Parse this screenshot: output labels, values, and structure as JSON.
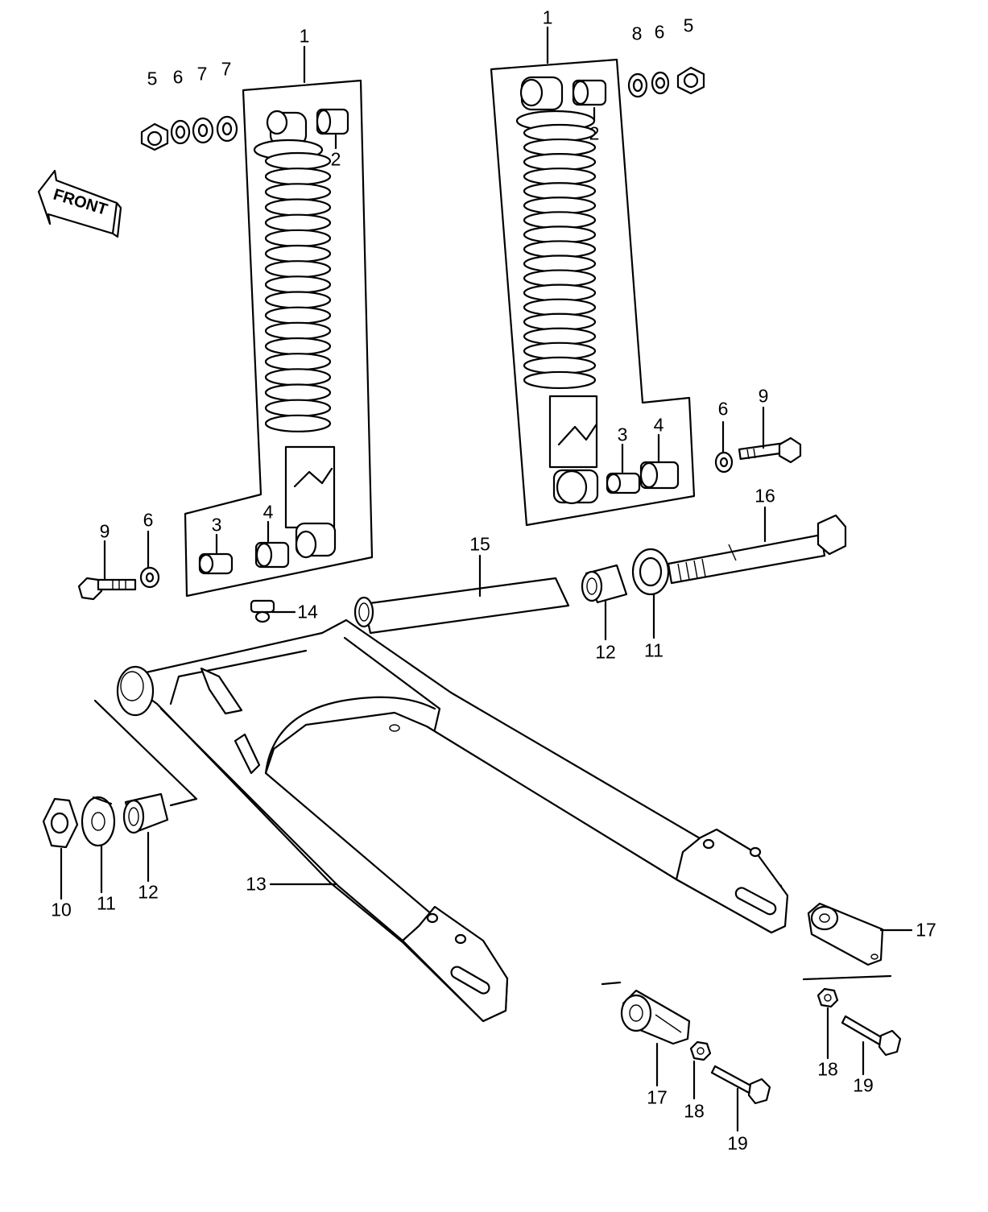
{
  "front_arrow": {
    "text": "FRONT"
  },
  "callouts": [
    {
      "id": "c1l",
      "text": "1"
    },
    {
      "id": "c2l",
      "text": "2"
    },
    {
      "id": "c3l",
      "text": "3"
    },
    {
      "id": "c4l",
      "text": "4"
    },
    {
      "id": "c5l",
      "text": "5"
    },
    {
      "id": "c6l",
      "text": "6"
    },
    {
      "id": "c7a",
      "text": "7"
    },
    {
      "id": "c7b",
      "text": "7"
    },
    {
      "id": "c9l",
      "text": "9"
    },
    {
      "id": "c6b",
      "text": "6"
    },
    {
      "id": "c1r",
      "text": "1"
    },
    {
      "id": "c2r",
      "text": "2"
    },
    {
      "id": "c8r",
      "text": "8"
    },
    {
      "id": "c6r",
      "text": "6"
    },
    {
      "id": "c5r",
      "text": "5"
    },
    {
      "id": "c3r",
      "text": "3"
    },
    {
      "id": "c4r",
      "text": "4"
    },
    {
      "id": "c6r2",
      "text": "6"
    },
    {
      "id": "c9r",
      "text": "9"
    },
    {
      "id": "c16",
      "text": "16"
    },
    {
      "id": "c15",
      "text": "15"
    },
    {
      "id": "c14",
      "text": "14"
    },
    {
      "id": "c12r",
      "text": "12"
    },
    {
      "id": "c11r",
      "text": "11"
    },
    {
      "id": "c10",
      "text": "10"
    },
    {
      "id": "c11l",
      "text": "11"
    },
    {
      "id": "c12l",
      "text": "12"
    },
    {
      "id": "c13",
      "text": "13"
    },
    {
      "id": "c17r",
      "text": "17"
    },
    {
      "id": "c17b",
      "text": "17"
    },
    {
      "id": "c18b",
      "text": "18"
    },
    {
      "id": "c19b",
      "text": "19"
    },
    {
      "id": "c18r",
      "text": "18"
    },
    {
      "id": "c19r",
      "text": "19"
    }
  ]
}
